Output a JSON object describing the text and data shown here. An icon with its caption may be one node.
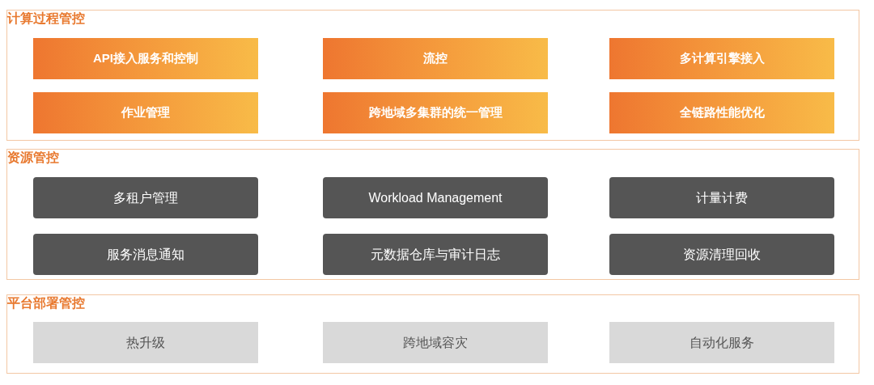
{
  "diagram": {
    "nodes": [
      {
        "text": [
          "计算过程管控"
        ]
      },
      {
        "text": [
          "API接入服务和控制"
        ],
        "in": 0
      },
      {
        "text": [
          "流控"
        ],
        "in": 0
      },
      {
        "text": [
          "多计算引擎接入"
        ],
        "in": 0
      },
      {
        "text": [
          "作业管理"
        ],
        "in": 0
      },
      {
        "text": [
          "跨地域多集群的统一管理"
        ],
        "in": 0
      },
      {
        "text": [
          "全链路性能优化"
        ],
        "in": 0
      },
      {
        "text": [
          "资源管控"
        ]
      },
      {
        "text": [
          "多租户管理"
        ],
        "in": 7
      },
      {
        "text": [
          "Workload Management"
        ],
        "in": 7
      },
      {
        "text": [
          "计量计费"
        ],
        "in": 7
      },
      {
        "text": [
          "服务消息通知"
        ],
        "in": 7
      },
      {
        "text": [
          "元数据仓库与审计日志"
        ],
        "in": 7
      },
      {
        "text": [
          "资源清理回收"
        ],
        "in": 7
      },
      {
        "text": [
          "平台部署管控"
        ]
      },
      {
        "text": [
          "热升级"
        ],
        "in": 14
      },
      {
        "text": [
          "跨地域容灾"
        ],
        "in": 14
      },
      {
        "text": [
          "自动化服务"
        ],
        "in": 14
      }
    ],
    "edges": []
  }
}
